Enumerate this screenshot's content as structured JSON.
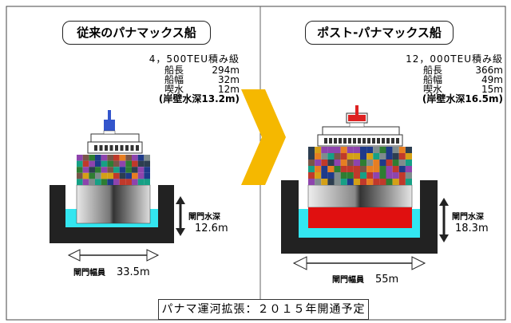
{
  "left": {
    "title": "従来のパナマックス船",
    "capacity": "4，500TEU積み級",
    "length_label": "船長",
    "length_value": "294m",
    "beam_label": "船幅",
    "beam_value": "32m",
    "draft_label": "喫水",
    "draft_value": "12m",
    "quay_depth": "(岸壁水深13.2m)",
    "lock_depth_label": "閘門水深",
    "lock_depth_value": "12.6m",
    "lock_width_label": "閘門幅員",
    "lock_width_value": "33.5m"
  },
  "right": {
    "title": "ポスト-パナマックス船",
    "capacity": "12，000TEU積み級",
    "length_label": "船長",
    "length_value": "366m",
    "beam_label": "船幅",
    "beam_value": "49m",
    "draft_label": "喫水",
    "draft_value": "15m",
    "quay_depth": "(岸壁水深16.5m)",
    "lock_depth_label": "閘門水深",
    "lock_depth_value": "18.3m",
    "lock_width_label": "閘門幅員",
    "lock_width_value": "55m"
  },
  "footer": "パナマ運河拡張：２０１５年開通予定",
  "colors": {
    "arrow": "#f5b800",
    "water": "#33e6f0",
    "lock_wall": "#222222",
    "left_hull": "#555555",
    "right_hull": "#e01010",
    "left_flag": "#3355cc",
    "right_flag": "#dd2222"
  }
}
